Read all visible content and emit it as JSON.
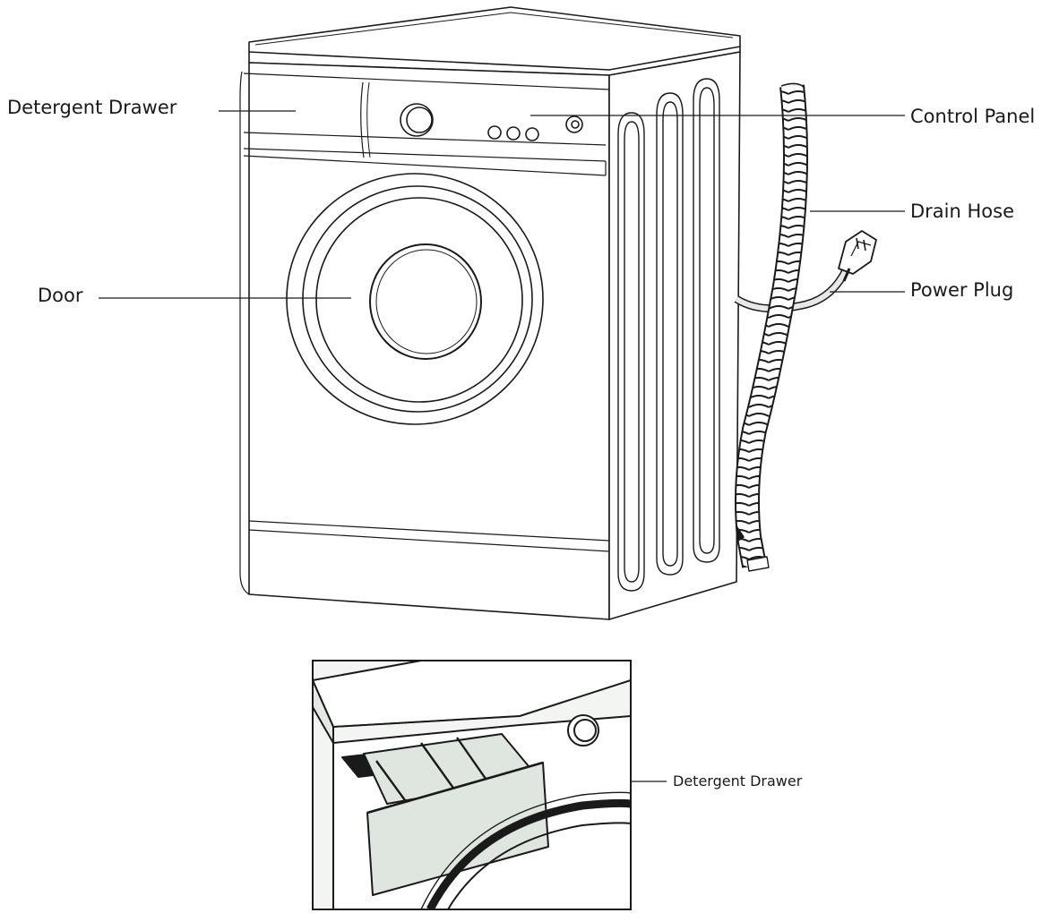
{
  "labels": {
    "detergent_drawer": "Detergent Drawer",
    "door": "Door",
    "control_panel": "Control Panel",
    "drain_hose": "Drain Hose",
    "power_plug": "Power Plug",
    "inset_detergent_drawer": "Detergent Drawer"
  },
  "colors": {
    "line": "#1a1a1a",
    "inset_fill": "#e4e9e4",
    "drawer_fill": "#dfe6df",
    "inset_panel": "#f2f4f2"
  }
}
